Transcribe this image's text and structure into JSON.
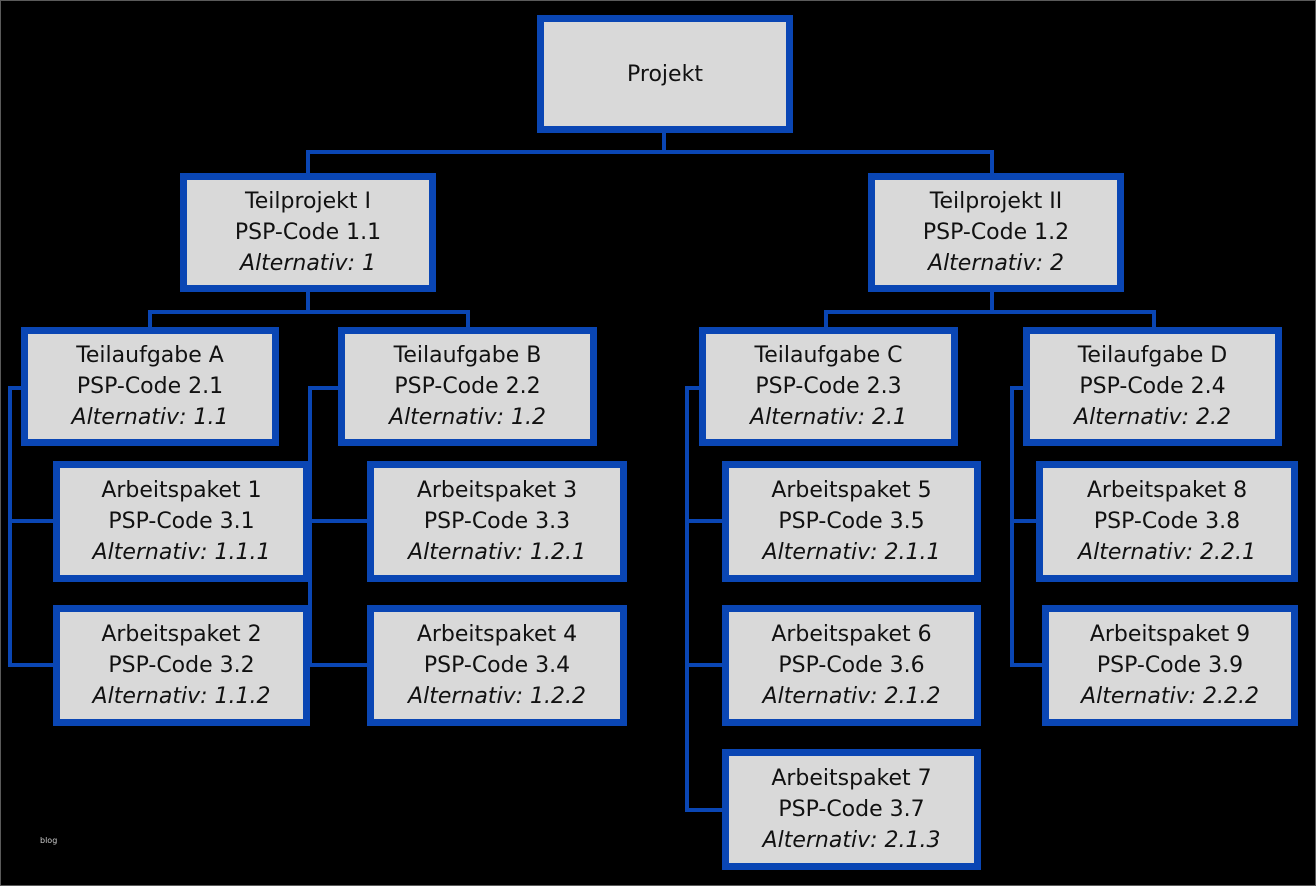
{
  "colors": {
    "background": "#000000",
    "node_fill": "#d9d9d9",
    "node_border": "#0a46b4",
    "connector": "#0a46b4"
  },
  "root": {
    "title": "Projekt"
  },
  "sub_projects": [
    {
      "title": "Teilprojekt I",
      "code": "PSP-Code 1.1",
      "alt": "Alternativ: 1"
    },
    {
      "title": "Teilprojekt II",
      "code": "PSP-Code 1.2",
      "alt": "Alternativ: 2"
    }
  ],
  "tasks": [
    {
      "title": "Teilaufgabe A",
      "code": "PSP-Code 2.1",
      "alt": "Alternativ: 1.1"
    },
    {
      "title": "Teilaufgabe B",
      "code": "PSP-Code 2.2",
      "alt": "Alternativ: 1.2"
    },
    {
      "title": "Teilaufgabe C",
      "code": "PSP-Code 2.3",
      "alt": "Alternativ: 2.1"
    },
    {
      "title": "Teilaufgabe D",
      "code": "PSP-Code 2.4",
      "alt": "Alternativ: 2.2"
    }
  ],
  "work_packages": [
    {
      "title": "Arbeitspaket 1",
      "code": "PSP-Code 3.1",
      "alt": "Alternativ: 1.1.1"
    },
    {
      "title": "Arbeitspaket 2",
      "code": "PSP-Code 3.2",
      "alt": "Alternativ: 1.1.2"
    },
    {
      "title": "Arbeitspaket 3",
      "code": "PSP-Code 3.3",
      "alt": "Alternativ: 1.2.1"
    },
    {
      "title": "Arbeitspaket 4",
      "code": "PSP-Code 3.4",
      "alt": "Alternativ: 1.2.2"
    },
    {
      "title": "Arbeitspaket 5",
      "code": "PSP-Code 3.5",
      "alt": "Alternativ: 2.1.1"
    },
    {
      "title": "Arbeitspaket 6",
      "code": "PSP-Code 3.6",
      "alt": "Alternativ: 2.1.2"
    },
    {
      "title": "Arbeitspaket 7",
      "code": "PSP-Code 3.7",
      "alt": "Alternativ: 2.1.3"
    },
    {
      "title": "Arbeitspaket 8",
      "code": "PSP-Code 3.8",
      "alt": "Alternativ: 2.2.1"
    },
    {
      "title": "Arbeitspaket 9",
      "code": "PSP-Code 3.9",
      "alt": "Alternativ: 2.2.2"
    }
  ],
  "watermark": "blog"
}
